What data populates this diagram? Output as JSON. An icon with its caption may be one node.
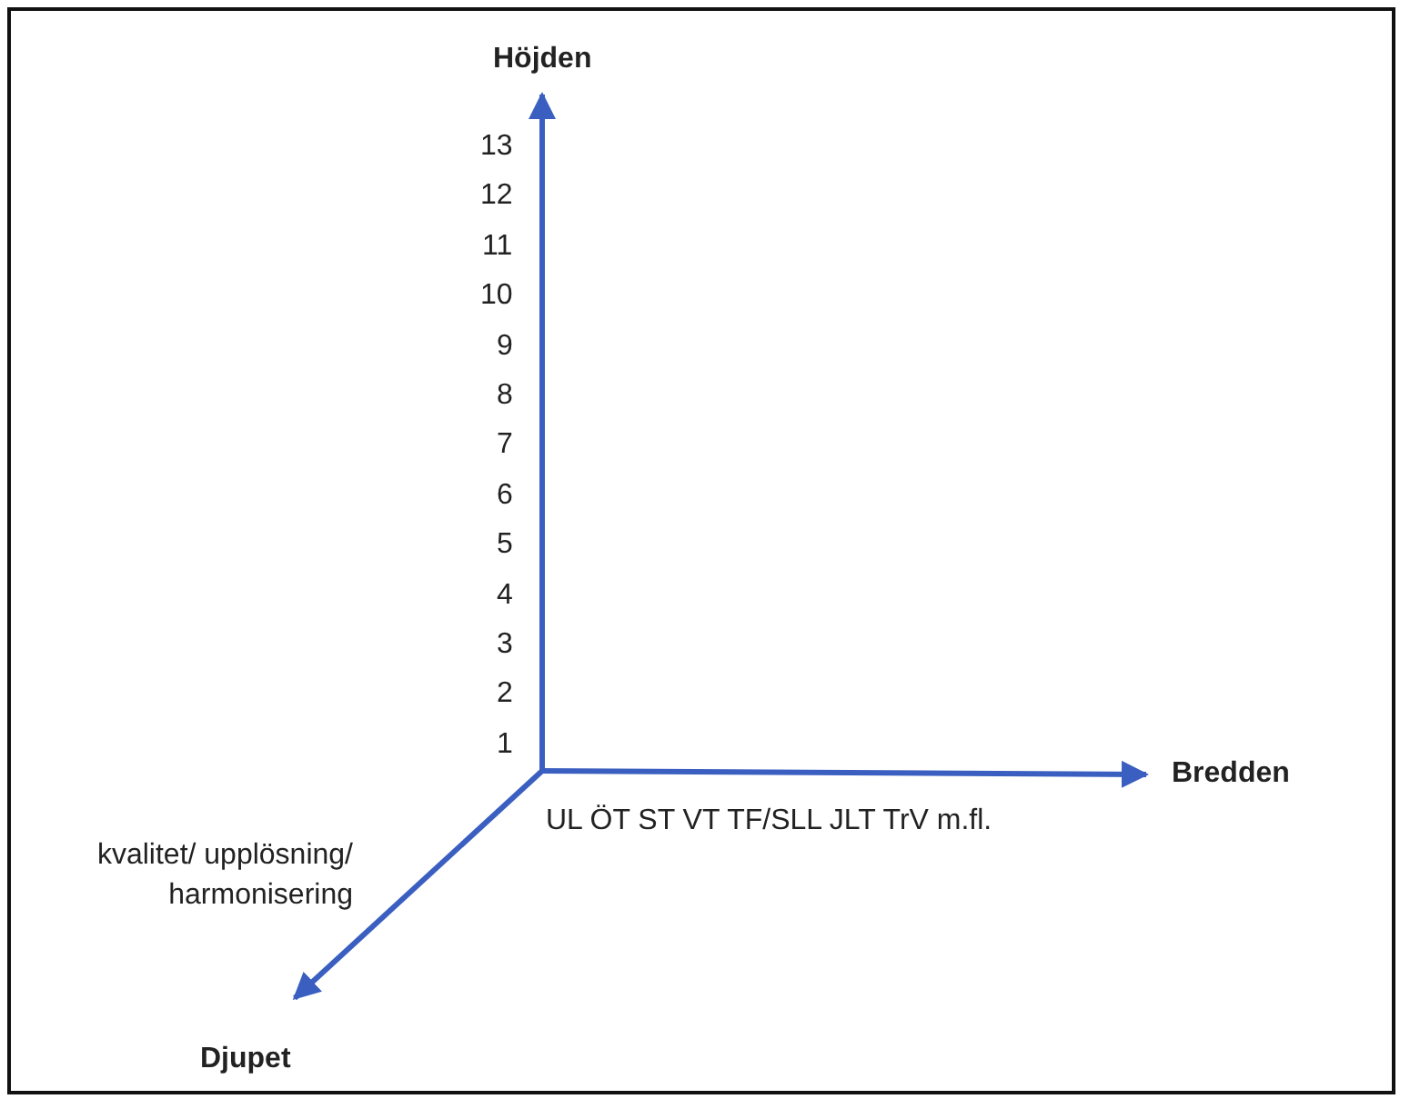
{
  "diagram": {
    "labels": [
      "Höjden",
      "13",
      "12",
      "11",
      "10",
      "9",
      "8",
      "7",
      "6",
      "5",
      "4",
      "3",
      "2",
      "1",
      "Bredden",
      "UL ÖT ST VT TF/SLL JLT TrV  m.fl.",
      "kvalitet/ upplösning/ harmonisering",
      "Djupet"
    ]
  }
}
